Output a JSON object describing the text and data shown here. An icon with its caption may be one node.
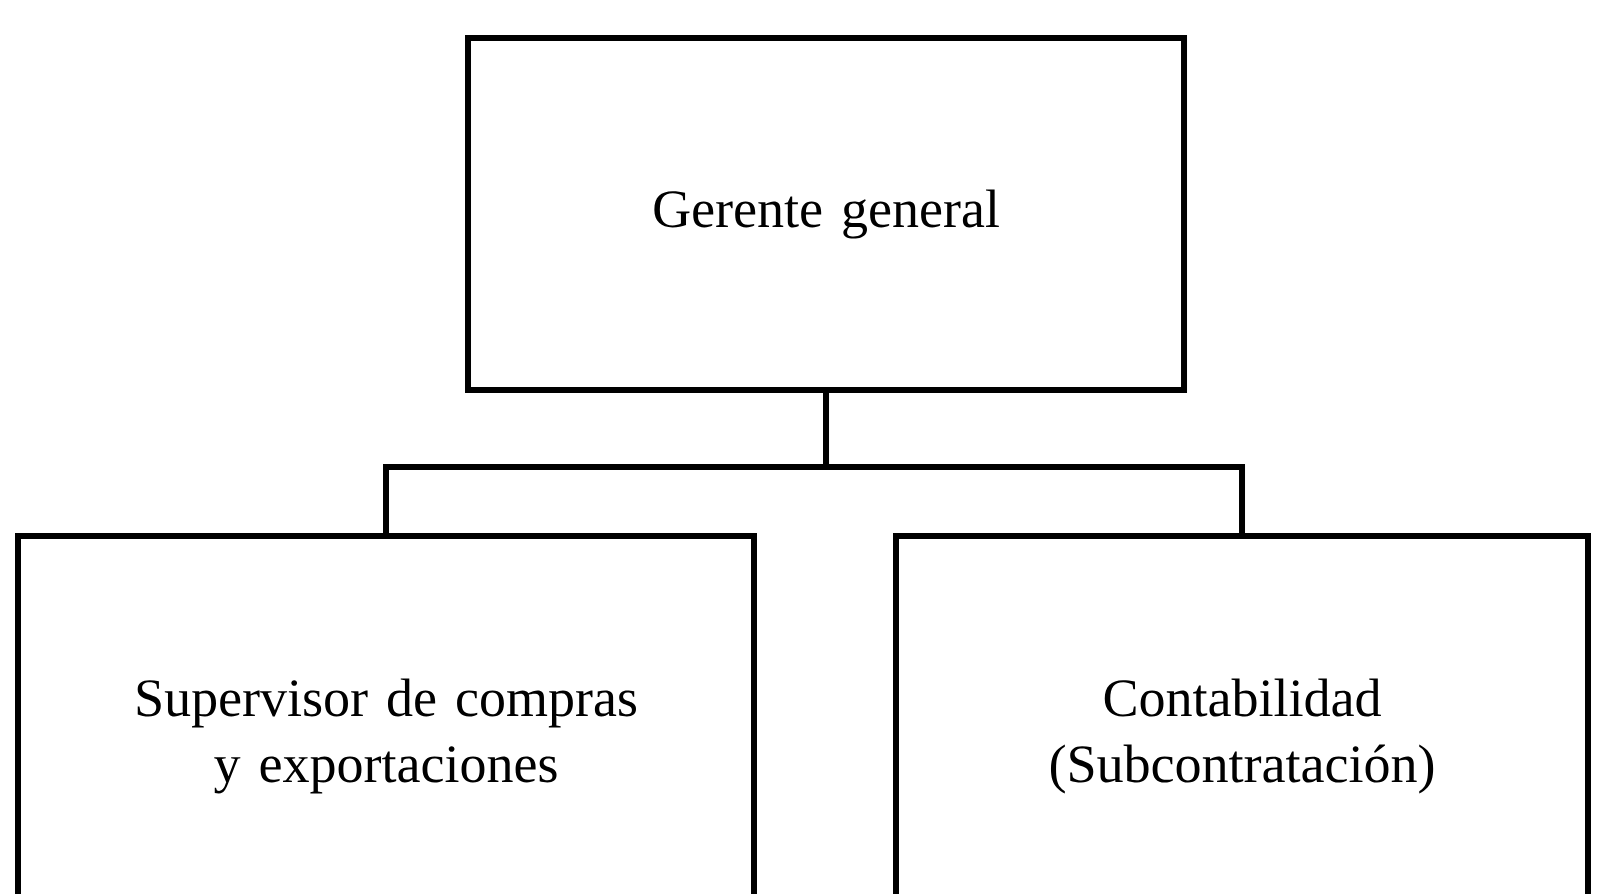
{
  "diagram": {
    "nodes": [
      {
        "text": [
          "Gerente general"
        ]
      },
      {
        "text": [
          "Supervisor de compras y exportaciones"
        ]
      },
      {
        "text": [
          "Contabilidad (Subcontratación)"
        ]
      }
    ],
    "edges": [
      {
        "from": 0,
        "to": 1,
        "arrow": "none"
      },
      {
        "from": 0,
        "to": 2,
        "arrow": "none"
      }
    ]
  }
}
